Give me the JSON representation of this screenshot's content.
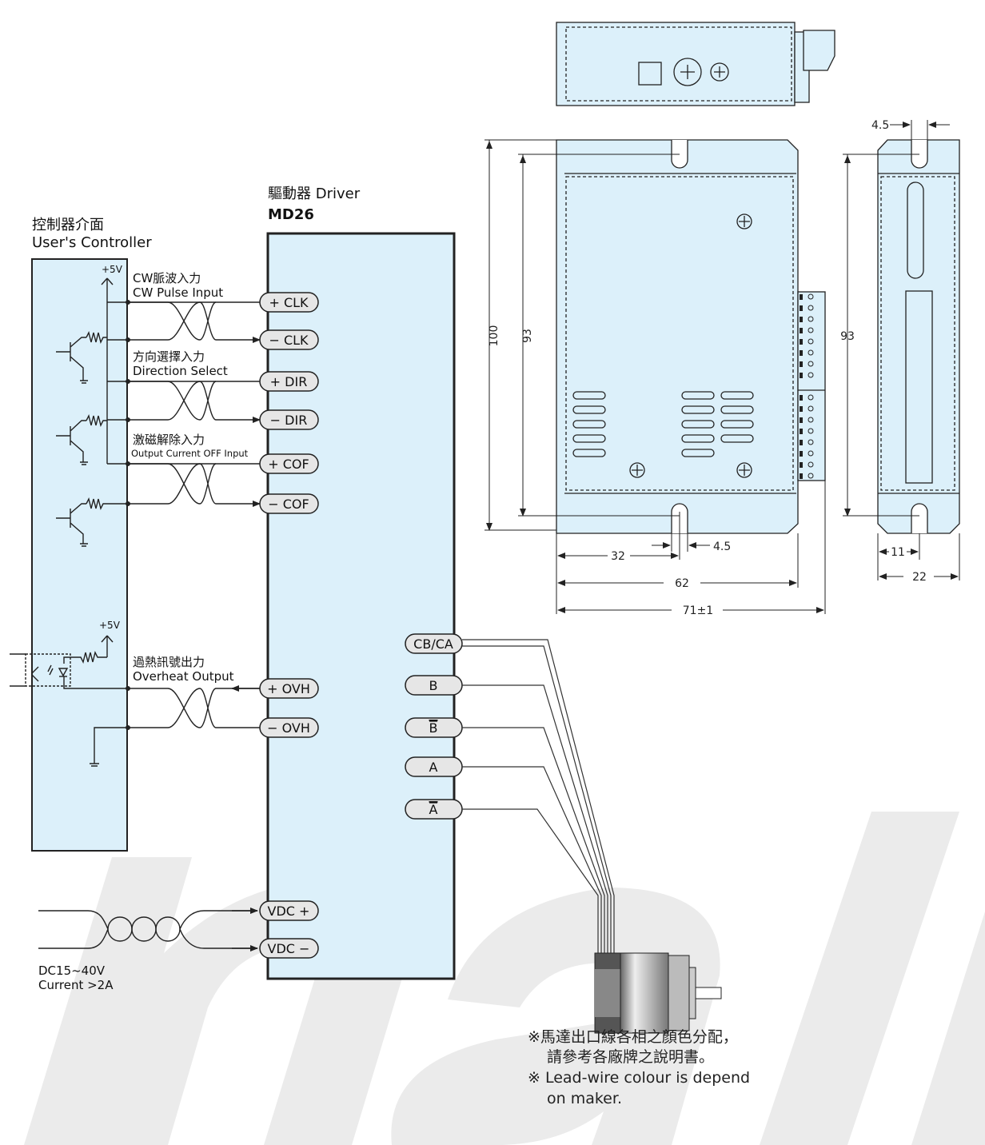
{
  "controller": {
    "title_cn": "控制器介面",
    "title_en": "User's Controller"
  },
  "driver": {
    "title_cn": "驅動器 Driver",
    "model": "MD26"
  },
  "signals": {
    "cw_cn": "CW脈波入力",
    "cw_en": "CW Pulse Input",
    "dir_cn": "方向選擇入力",
    "dir_en": "Direction Select",
    "cof_cn": "激磁解除入力",
    "cof_en": "Output Current OFF Input",
    "ovh_cn": "過熱訊號出力",
    "ovh_en": "Overheat Output"
  },
  "pins": {
    "clk_p": "+ CLK",
    "clk_m": "− CLK",
    "dir_p": "+ DIR",
    "dir_m": "− DIR",
    "cof_p": "+ COF",
    "cof_m": "− COF",
    "ovh_p": "+ OVH",
    "ovh_m": "− OVH",
    "vdc_p": "VDC +",
    "vdc_m": "VDC −"
  },
  "motor_pins": {
    "cbca": "CB/CA",
    "b": "B",
    "bbar": "B",
    "a": "A",
    "abar": "A"
  },
  "supply": {
    "plus5v_1": "+5V",
    "plus5v_2": "+5V"
  },
  "power": {
    "voltage": "DC15~40V",
    "current": "Current >2A"
  },
  "notes": {
    "cn_line1": "※馬達出口線各相之顏色分配，",
    "cn_line2": "請參考各廠牌之說明書。",
    "en_line1": "※ Lead-wire colour is depend",
    "en_line2": "on maker."
  },
  "dimensions": {
    "h_total": "100",
    "h_mount": "93",
    "h_side": "93",
    "w_32": "32",
    "w_62": "62",
    "w_71": "71±1",
    "slot_front": "4.5",
    "slot_side": "4.5",
    "side_11": "11",
    "side_22": "22"
  },
  "colors": {
    "panel": "#dcf0fa",
    "watermark": "#ebebeb",
    "outline": "#222222"
  }
}
